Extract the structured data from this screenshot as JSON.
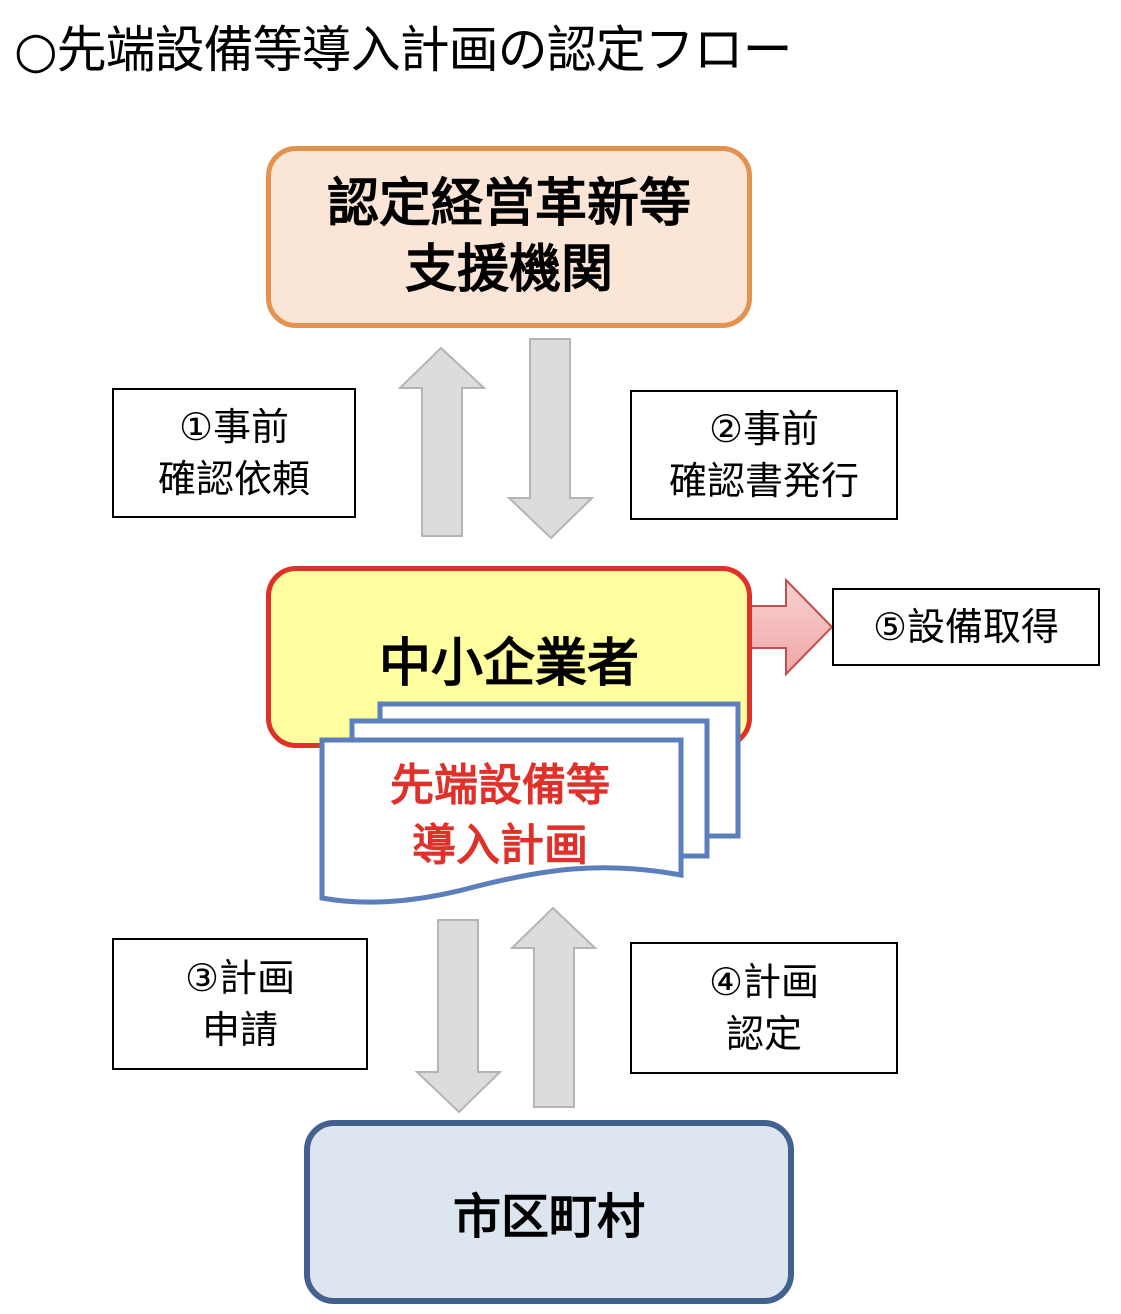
{
  "title": "○先端設備等導入計画の認定フロー",
  "nodes": {
    "support_agency": "認定経営革新等\n支援機関",
    "support_agency_line1": "認定経営革新等",
    "support_agency_line2": "支援機関",
    "sme": "中小企業者",
    "plan_document_line1": "先端設備等",
    "plan_document_line2": "導入計画",
    "municipality": "市区町村"
  },
  "steps": [
    {
      "number": "①",
      "label": "①事前\n確認依頼",
      "direction": "up"
    },
    {
      "number": "②",
      "label": "②事前\n確認書発行",
      "direction": "down"
    },
    {
      "number": "③",
      "label": "③計画\n申請",
      "direction": "down"
    },
    {
      "number": "④",
      "label": "④計画\n認定",
      "direction": "up"
    },
    {
      "number": "⑤",
      "label": "⑤設備取得",
      "direction": "right"
    }
  ],
  "colors": {
    "support_border": "#e3924f",
    "support_fill": "#fbe5d6",
    "sme_border": "#e0302a",
    "sme_fill": "#ffff9f",
    "muni_border": "#44608e",
    "muni_fill": "#dde5f1",
    "doc_border": "#5b7fbd",
    "doc_text": "#e0302a",
    "arrow_gray_fill": "#dcdcdc",
    "arrow_gray_stroke": "#b4b4b4",
    "arrow_red_fill": "#f4b8b8",
    "arrow_red_stroke": "#c0504d"
  }
}
